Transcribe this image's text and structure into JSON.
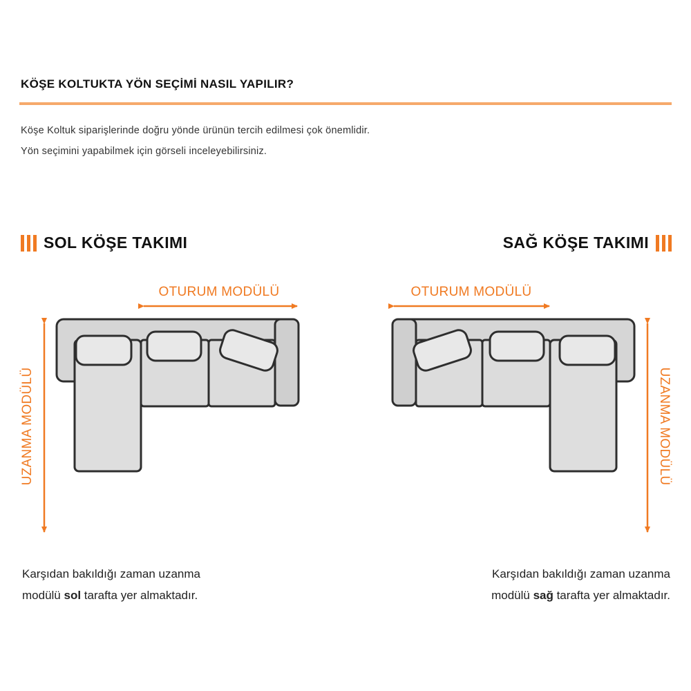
{
  "header": {
    "title": "KÖŞE KOLTUKTA YÖN SEÇİMİ NASIL YAPILIR?",
    "intro_line1": "Köşe Koltuk siparişlerinde doğru yönde ürünün tercih edilmesi çok önemlidir.",
    "intro_line2": "Yön seçimini yapabilmek için görseli inceleyebilirsiniz."
  },
  "left_set": {
    "title": "SOL KÖŞE TAKIMI",
    "seat_module_label": "OTURUM MODÜLÜ",
    "extension_module_label": "UZANMA MODÜLÜ",
    "caption_line1": "Karşıdan bakıldığı zaman uzanma",
    "caption_line2_pre": "modülü ",
    "caption_line2_bold": "sol",
    "caption_line2_post": " tarafta yer almaktadır."
  },
  "right_set": {
    "title": "SAĞ KÖŞE TAKIMI",
    "seat_module_label": "OTURUM MODÜLÜ",
    "extension_module_label": "UZANMA MODÜLÜ",
    "caption_line1": "Karşıdan bakıldığı zaman uzanma",
    "caption_line2_pre": "modülü ",
    "caption_line2_bold": "sağ",
    "caption_line2_post": " tarafta yer almaktadır."
  },
  "colors": {
    "accent": "#f07a22",
    "rule": "#f6a96b",
    "sofa_fill": "#dcdcdc",
    "sofa_stroke": "#2e2e2e"
  }
}
